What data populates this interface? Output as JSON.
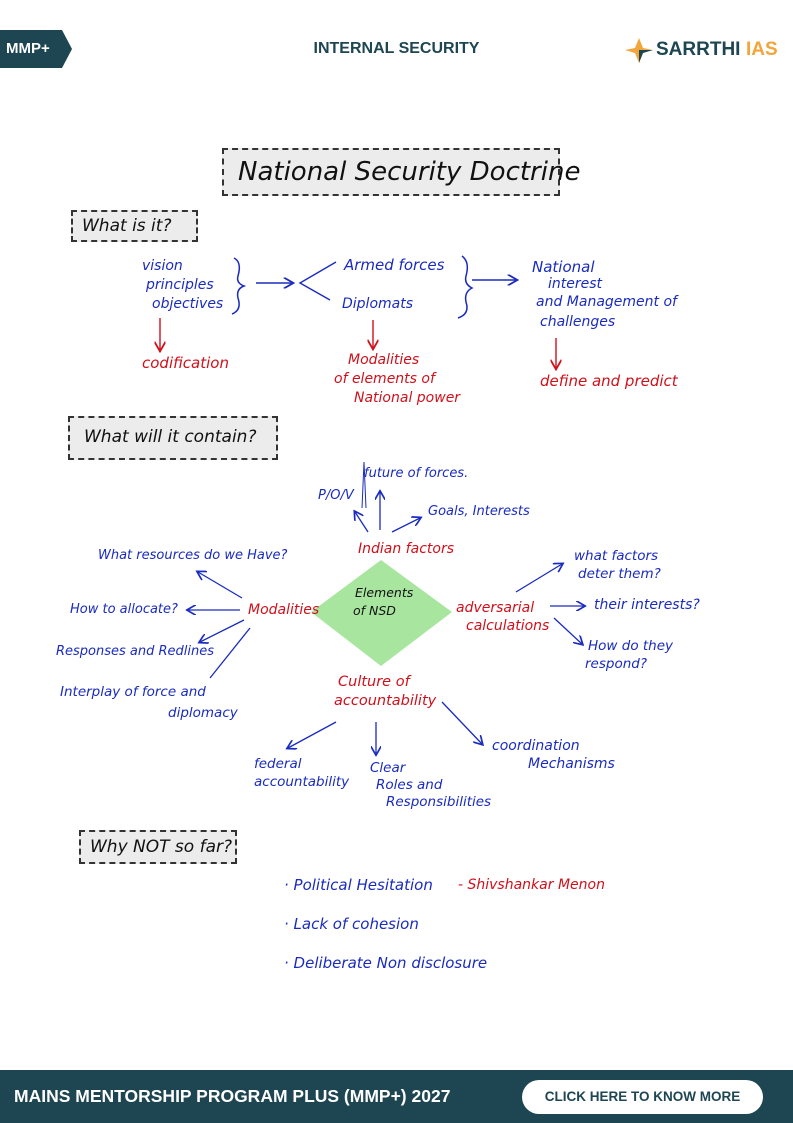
{
  "header": {
    "badge": "MMP+",
    "title": "INTERNAL SECURITY",
    "logo_main": "SARRTHI",
    "logo_accent": "IAS"
  },
  "doc": {
    "main_title": "National Security Doctrine",
    "sec1": {
      "heading": "What is it?",
      "vision": "vision",
      "principles": "principles",
      "objectives": "objectives",
      "codification": "codification",
      "armed_forces": "Armed forces",
      "diplomats": "Diplomats",
      "modalities_1": "Modalities",
      "modalities_2": "of elements of",
      "modalities_3": "National power",
      "national_1": "National",
      "national_2": "interest",
      "national_3": "and Management of",
      "national_4": "challenges",
      "define": "define and predict"
    },
    "sec2": {
      "heading": "What will it contain?",
      "center_1": "Elements",
      "center_2": "of NSD",
      "indian_factors": "Indian factors",
      "pov": "P/O/V",
      "future": "future of forces.",
      "goals": "Goals, Interests",
      "modalities": "Modalities",
      "resources": "What resources do we Have?",
      "allocate": "How to allocate?",
      "responses": "Responses and Redlines",
      "interplay_1": "Interplay of force and",
      "interplay_2": "diplomacy",
      "adv_1": "adversarial",
      "adv_2": "calculations",
      "deter_1": "what factors",
      "deter_2": "deter them?",
      "interests": "their interests?",
      "respond_1": "How do they",
      "respond_2": "respond?",
      "culture_1": "Culture of",
      "culture_2": "accountability",
      "federal_1": "federal",
      "federal_2": "accountability",
      "clear_1": "Clear",
      "clear_2": "Roles and",
      "clear_3": "Responsibilities",
      "coord_1": "coordination",
      "coord_2": "Mechanisms"
    },
    "sec3": {
      "heading": "Why NOT so far?",
      "bullets": [
        "Political Hesitation",
        "Lack of cohesion",
        "Deliberate Non disclosure"
      ],
      "attribution": "- Shivshankar Menon"
    }
  },
  "footer": {
    "program": "MAINS MENTORSHIP PROGRAM PLUS (MMP+) 2027",
    "cta": "CLICK HERE TO KNOW MORE"
  },
  "colors": {
    "brand": "#1e4552",
    "accent": "#f2a53a",
    "ink_blue": "#1a2bbf",
    "ink_red": "#d0101a",
    "diamond": "#a8e6a0"
  }
}
